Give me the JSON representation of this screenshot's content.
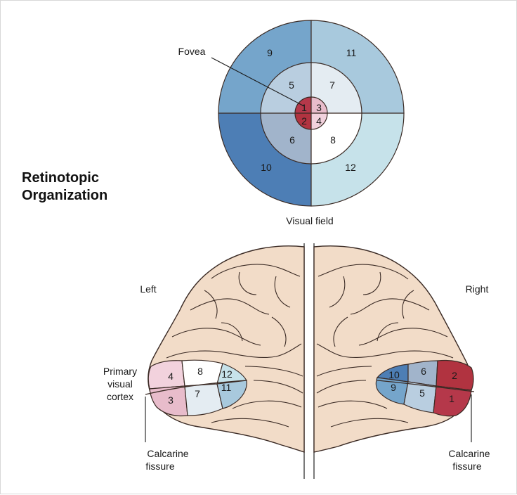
{
  "heading": {
    "line1": "Retinotopic",
    "line2": "Organization"
  },
  "visual_field": {
    "label": "Visual field",
    "fovea_label": "Fovea",
    "regions": [
      {
        "id": "1",
        "color": "#b5384a"
      },
      {
        "id": "2",
        "color": "#b13340"
      },
      {
        "id": "3",
        "color": "#e8bccb"
      },
      {
        "id": "4",
        "color": "#f2d2dd"
      },
      {
        "id": "5",
        "color": "#b9cee0"
      },
      {
        "id": "6",
        "color": "#a1b4cb"
      },
      {
        "id": "7",
        "color": "#e4ecf2"
      },
      {
        "id": "8",
        "color": "#ffffff"
      },
      {
        "id": "9",
        "color": "#75a5cb"
      },
      {
        "id": "10",
        "color": "#4d7eb5"
      },
      {
        "id": "11",
        "color": "#a8c9dd"
      },
      {
        "id": "12",
        "color": "#c6e2ea"
      }
    ]
  },
  "brain": {
    "left_label": "Left",
    "right_label": "Right",
    "primary_visual_cortex_label": [
      "Primary",
      "visual",
      "cortex"
    ],
    "calcarine_fissure_label": [
      "Calcarine",
      "fissure"
    ],
    "brain_fill": "#f2dcc8",
    "outline_color": "#3a2a24"
  }
}
